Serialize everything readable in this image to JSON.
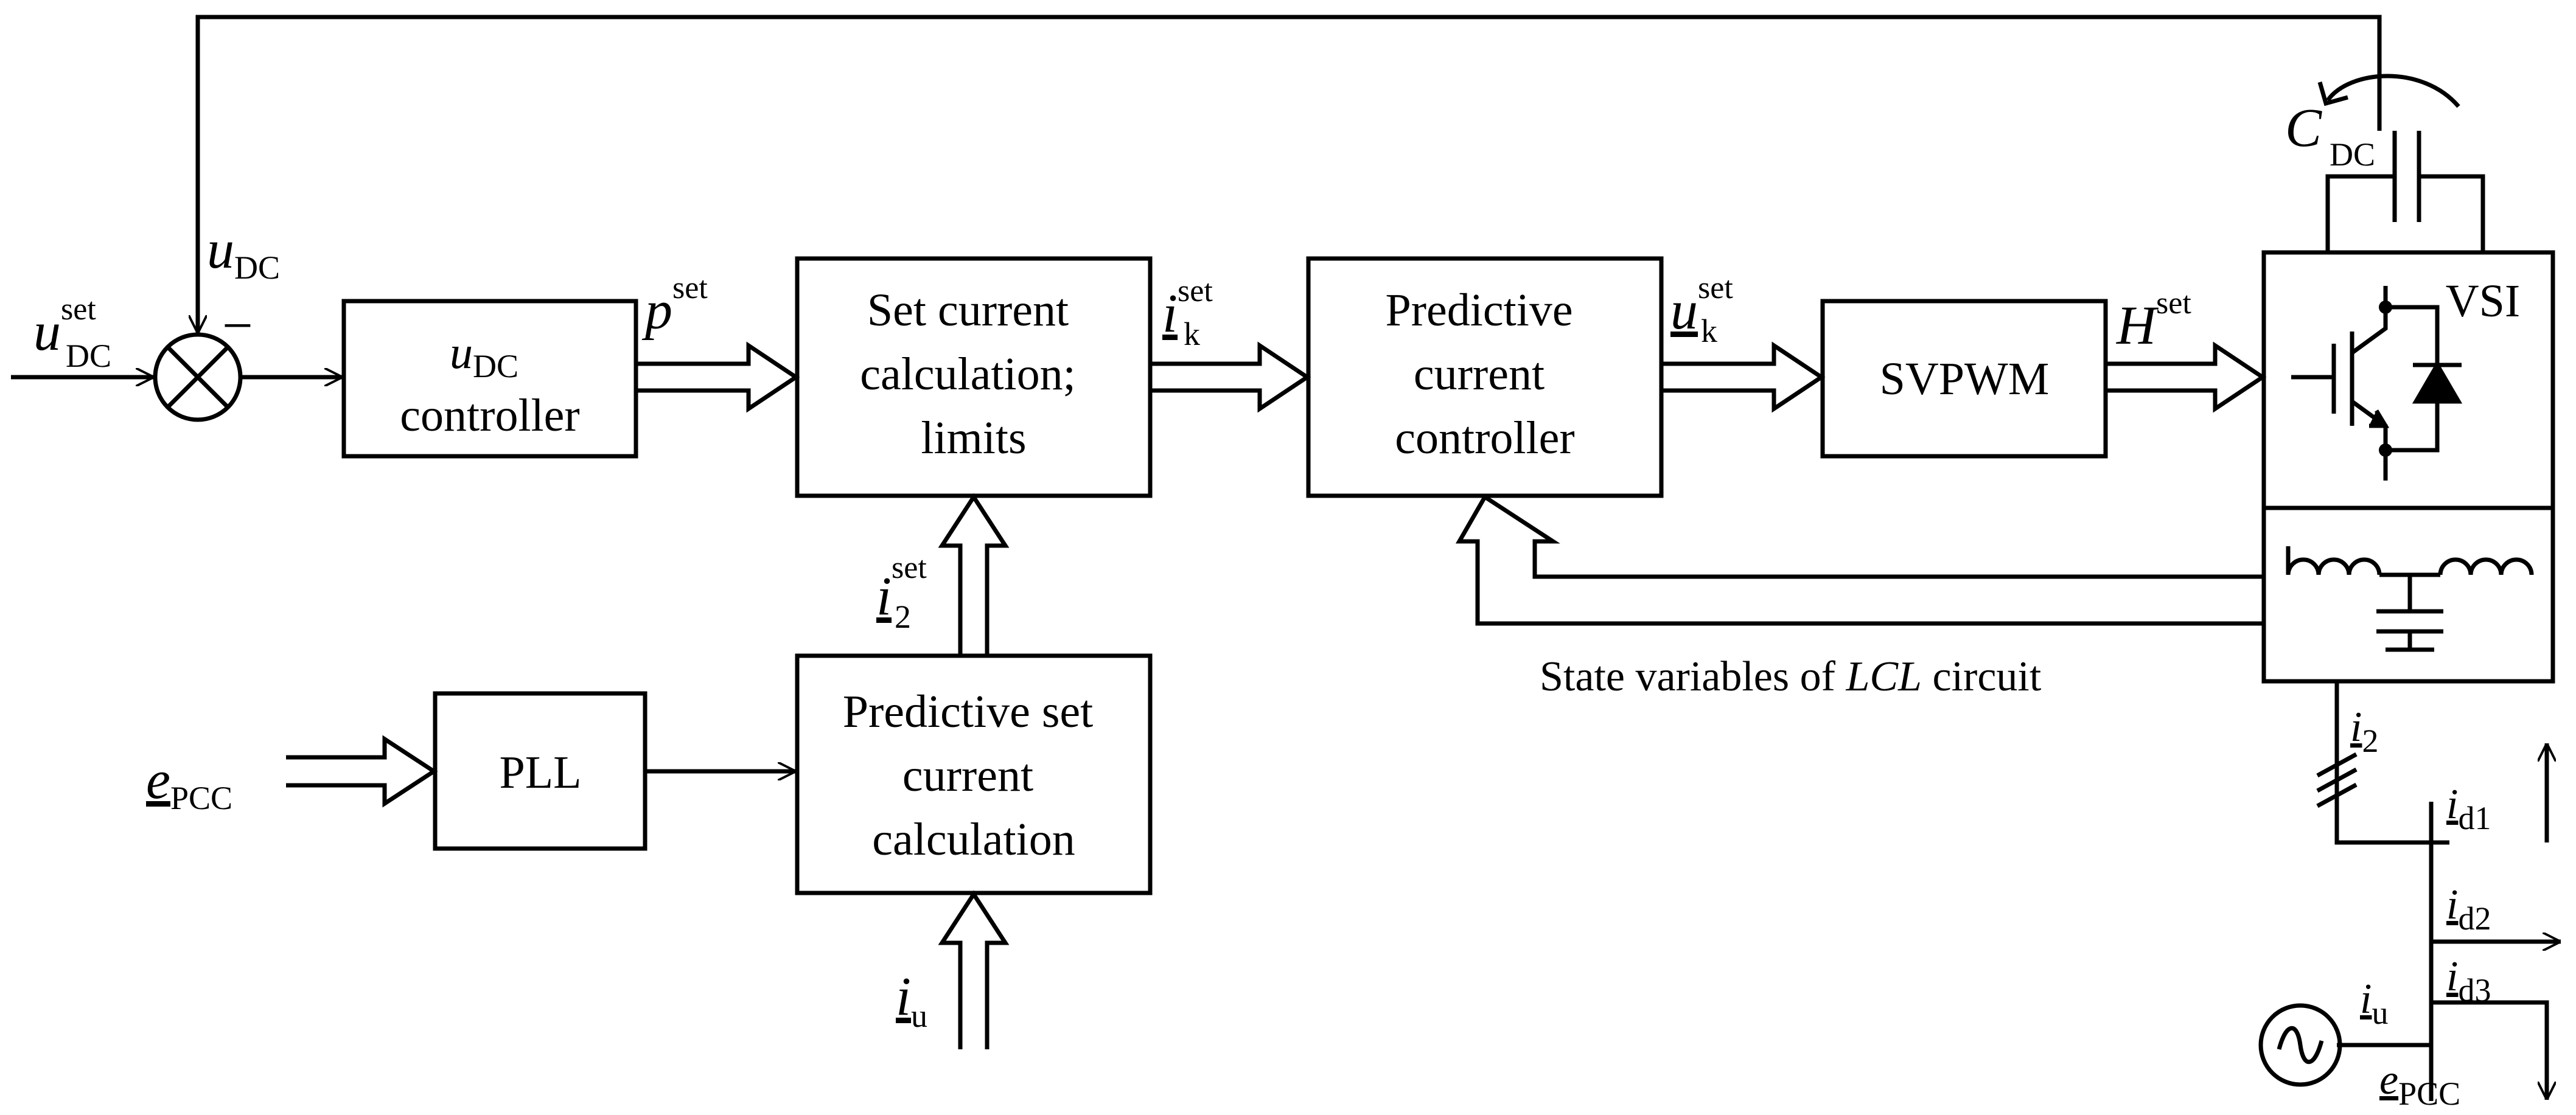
{
  "blocks": {
    "udc_controller": {
      "line1_sym": "u",
      "line1_sub": "DC",
      "line2": "controller"
    },
    "set_current": {
      "line1": "Set current",
      "line2": "calculation;",
      "line3": "limits"
    },
    "predictive_controller": {
      "line1": "Predictive",
      "line2": "current",
      "line3": "controller"
    },
    "svpwm": {
      "label": "SVPWM"
    },
    "pll": {
      "label": "PLL"
    },
    "predictive_set": {
      "line1": "Predictive set",
      "line2": "current",
      "line3": "calculation"
    },
    "vsi": {
      "label": "VSI"
    }
  },
  "signals": {
    "udc_set": {
      "sym": "u",
      "sup": "set",
      "sub": "DC"
    },
    "udc": {
      "sym": "u",
      "sub": "DC"
    },
    "minus": "−",
    "p_set": {
      "sym": "p",
      "sup": "set"
    },
    "ik_set": {
      "sym": "i",
      "sup": "set",
      "sub": "k"
    },
    "uk_set": {
      "sym": "u",
      "sup": "set",
      "sub": "k"
    },
    "h_set": {
      "sym": "H",
      "sup": "set"
    },
    "i2_set": {
      "sym": "i",
      "sup": "set",
      "sub": "2"
    },
    "e_pcc_left": {
      "sym": "e",
      "sub": "PCC"
    },
    "iu_bottom": {
      "sym": "i",
      "sub": "u"
    },
    "cdc": {
      "sym": "C",
      "sub": "DC"
    },
    "i2_right": {
      "sym": "i",
      "sub": "2"
    },
    "id1": {
      "sym": "i",
      "sub": "d1"
    },
    "id2": {
      "sym": "i",
      "sub": "d2"
    },
    "id3": {
      "sym": "i",
      "sub": "d3"
    },
    "iu_right": {
      "sym": "i",
      "sub": "u"
    },
    "e_pcc_right": {
      "sym": "e",
      "sub": "PCC"
    }
  },
  "state_caption": {
    "prefix": "State variables of ",
    "italic": "LCL",
    "suffix": " circuit"
  },
  "icons": [
    "summing-junction-icon",
    "igbt-icon",
    "diode-icon",
    "lcl-filter-icon",
    "dc-capacitor-icon",
    "ac-source-icon"
  ]
}
